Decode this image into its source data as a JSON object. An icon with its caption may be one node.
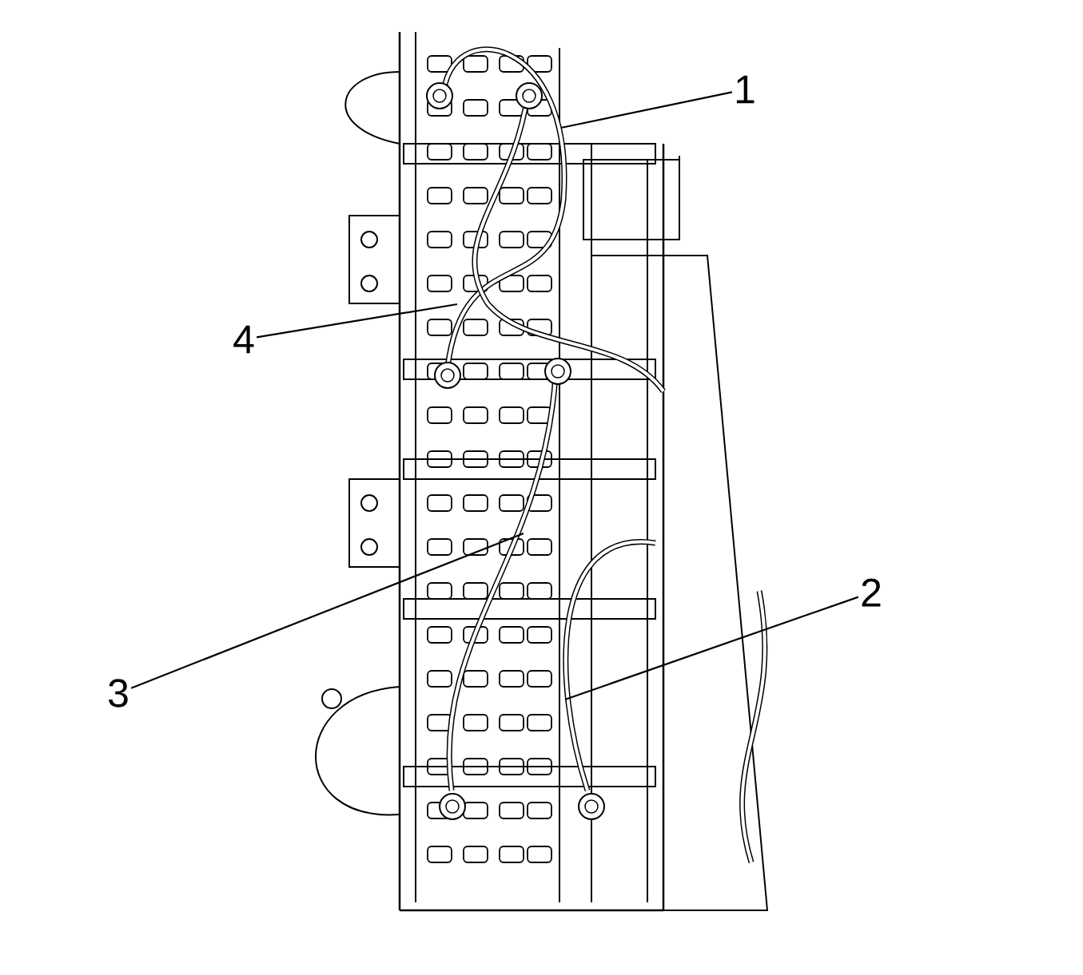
{
  "diagram": {
    "nodes": [
      {
        "text": [
          "1"
        ]
      },
      {
        "text": [
          "4"
        ]
      },
      {
        "text": [
          "2"
        ]
      },
      {
        "text": [
          "3"
        ]
      }
    ],
    "edges": [
      {
        "from": 0,
        "to": null,
        "arrow": "none"
      },
      {
        "from": 1,
        "to": null,
        "arrow": "none"
      },
      {
        "from": 2,
        "to": null,
        "arrow": "none"
      },
      {
        "from": 3,
        "to": null,
        "arrow": "none"
      }
    ]
  }
}
